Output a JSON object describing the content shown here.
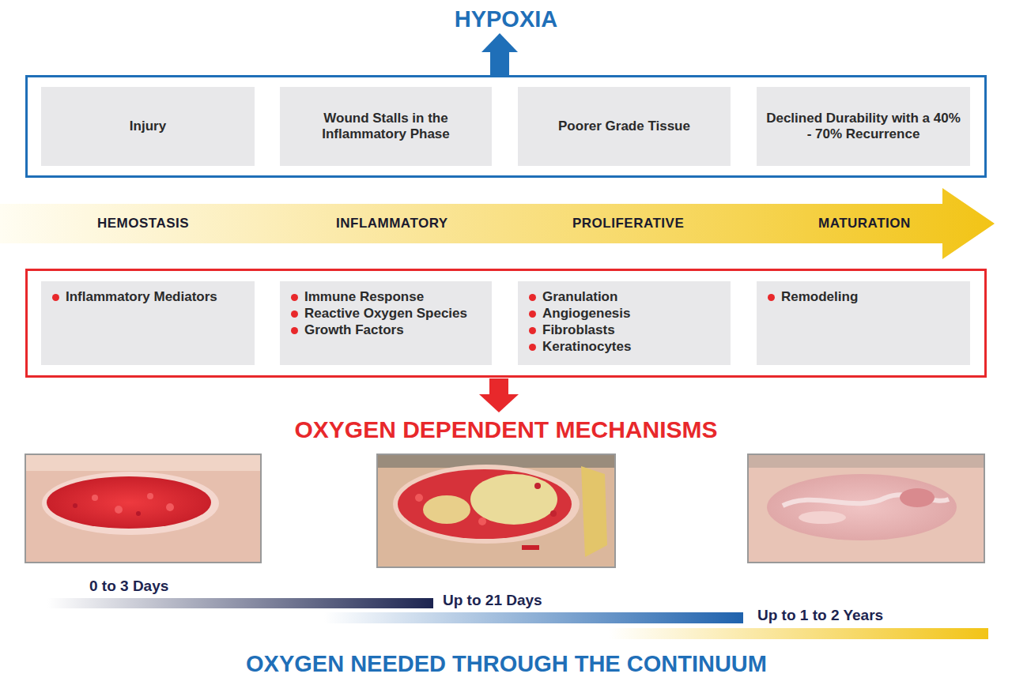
{
  "diagram": {
    "caption": "OXYGEN NEEDED THROUGH THE CONTINUUM",
    "nodes": [
      {
        "text": [
          "HYPOXIA"
        ]
      },
      {
        "text": [
          "Injury"
        ],
        "in": 0
      },
      {
        "text": [
          "Wound Stalls in the Inflammatory Phase"
        ],
        "in": 0
      },
      {
        "text": [
          "Poorer Grade Tissue"
        ],
        "in": 0
      },
      {
        "text": [
          "Declined Durability with a 40% - 70% Recurrence"
        ],
        "in": 0
      },
      {
        "text": [
          "HEMOSTASIS",
          "INFLAMMATORY",
          "PROLIFERATIVE",
          "MATURATION"
        ]
      },
      {
        "text": [
          "OXYGEN DEPENDENT MECHANISMS"
        ]
      },
      {
        "text": [
          "Inflammatory Mediators"
        ],
        "in": 6
      },
      {
        "text": [
          "Immune Response",
          "Reactive Oxygen Species",
          "Growth Factors"
        ],
        "in": 6
      },
      {
        "text": [
          "Granulation",
          "Angiogenesis",
          "Fibroblasts",
          "Keratinocytes"
        ],
        "in": 6
      },
      {
        "text": [
          "Remodeling"
        ],
        "in": 6
      }
    ],
    "labels": [
      "0 to 3 Days",
      "Up to 21 Days",
      "Up to 1 to 2 Years"
    ]
  }
}
